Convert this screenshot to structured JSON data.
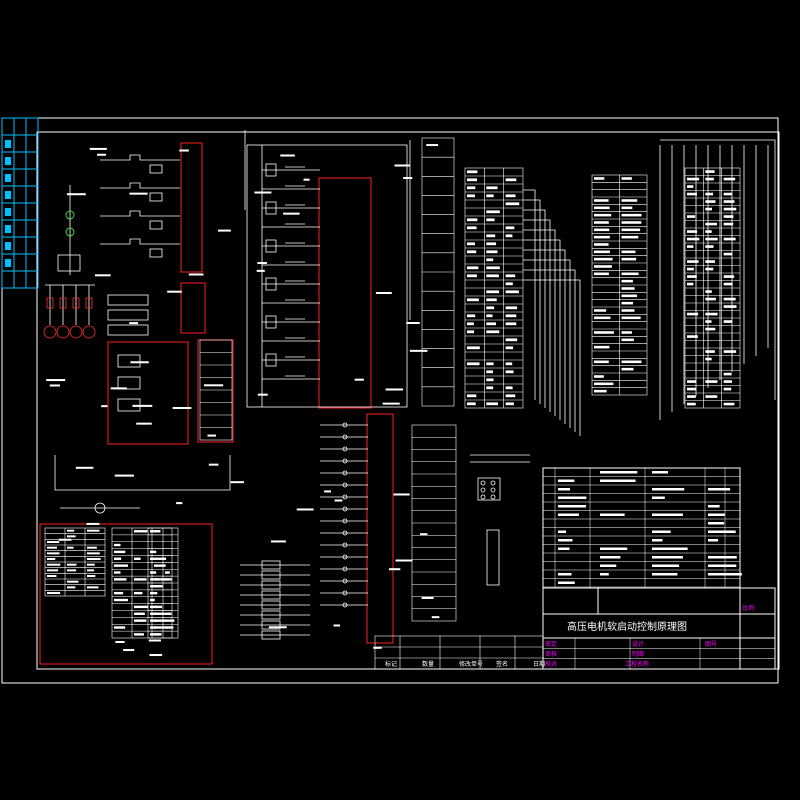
{
  "drawing": {
    "title": "高压电机软启动控制原理图",
    "title_block": {
      "magenta_labels": [
        "审定",
        "审核",
        "校对",
        "设计",
        "制图",
        "工程名称",
        "图号",
        "比例"
      ],
      "revision_header": [
        "标记",
        "数量",
        "修改单号",
        "签名",
        "日期"
      ]
    },
    "colors": {
      "background": "#000000",
      "lines": "#ffffff",
      "frames": "#ff2020",
      "sidebar": "#00bfff",
      "title_accent": "#ff00ff"
    }
  }
}
